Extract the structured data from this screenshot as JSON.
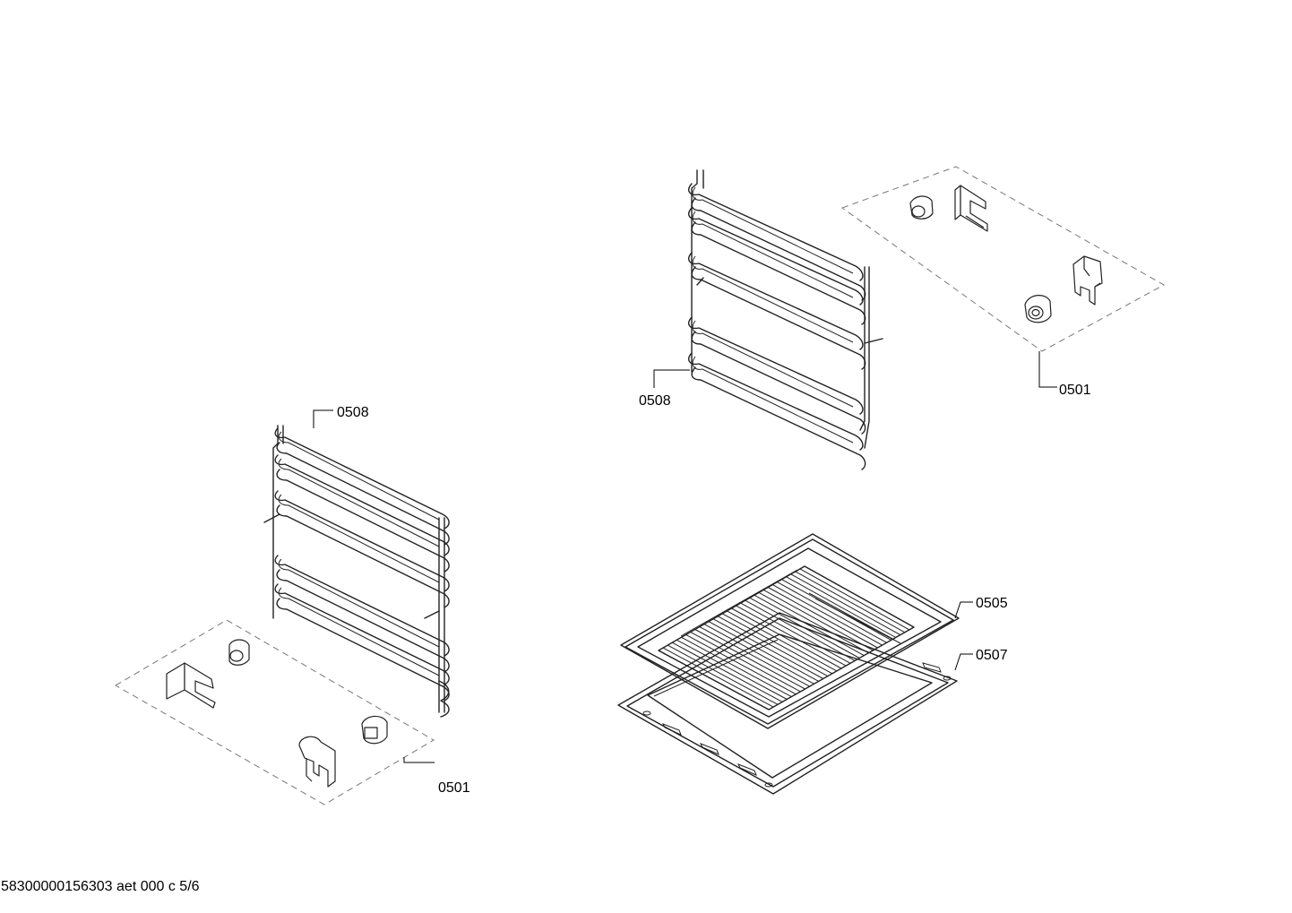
{
  "labels": {
    "rack_right": "0508",
    "clips_right": "0501",
    "rack_left": "0508",
    "clips_left": "0501",
    "grid_shelf": "0505",
    "baking_tray": "0507"
  },
  "footer": "58300000156303 aet 000 c 5/6"
}
